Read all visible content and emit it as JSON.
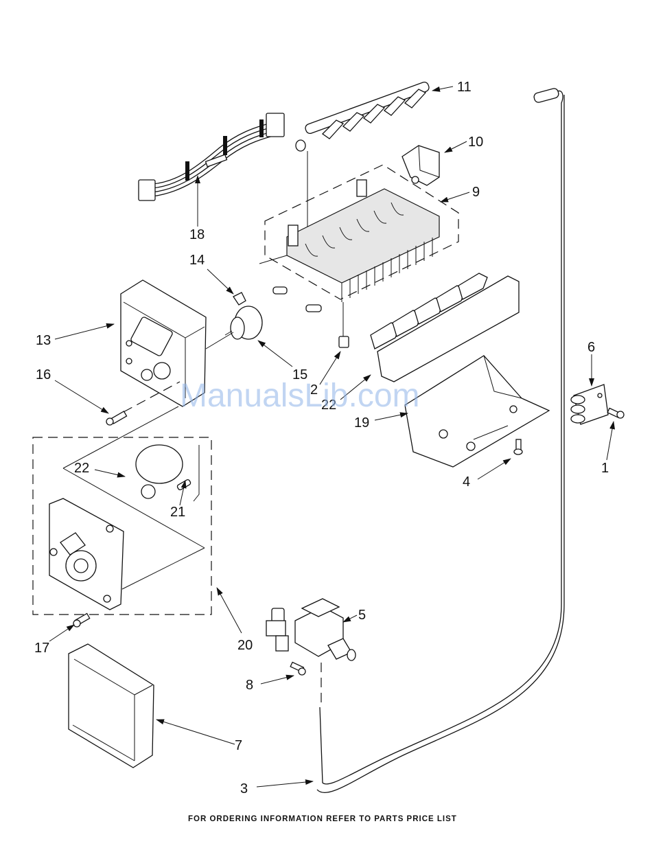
{
  "diagram": {
    "footer_text": "FOR ORDERING INFORMATION REFER TO PARTS PRICE LIST",
    "watermark": "ManualsLib.com",
    "part_labels": [
      {
        "id": "11",
        "text": "11"
      },
      {
        "id": "10",
        "text": "10"
      },
      {
        "id": "9",
        "text": "9"
      },
      {
        "id": "18",
        "text": "18"
      },
      {
        "id": "14",
        "text": "14"
      },
      {
        "id": "13",
        "text": "13"
      },
      {
        "id": "15",
        "text": "15"
      },
      {
        "id": "16",
        "text": "16"
      },
      {
        "id": "2",
        "text": "2"
      },
      {
        "id": "22a",
        "text": "22"
      },
      {
        "id": "19",
        "text": "19"
      },
      {
        "id": "6",
        "text": "6"
      },
      {
        "id": "1",
        "text": "1"
      },
      {
        "id": "4",
        "text": "4"
      },
      {
        "id": "22b",
        "text": "22"
      },
      {
        "id": "21",
        "text": "21"
      },
      {
        "id": "5",
        "text": "5"
      },
      {
        "id": "17",
        "text": "17"
      },
      {
        "id": "20",
        "text": "20"
      },
      {
        "id": "8",
        "text": "8"
      },
      {
        "id": "7",
        "text": "7"
      },
      {
        "id": "3",
        "text": "3"
      }
    ]
  }
}
